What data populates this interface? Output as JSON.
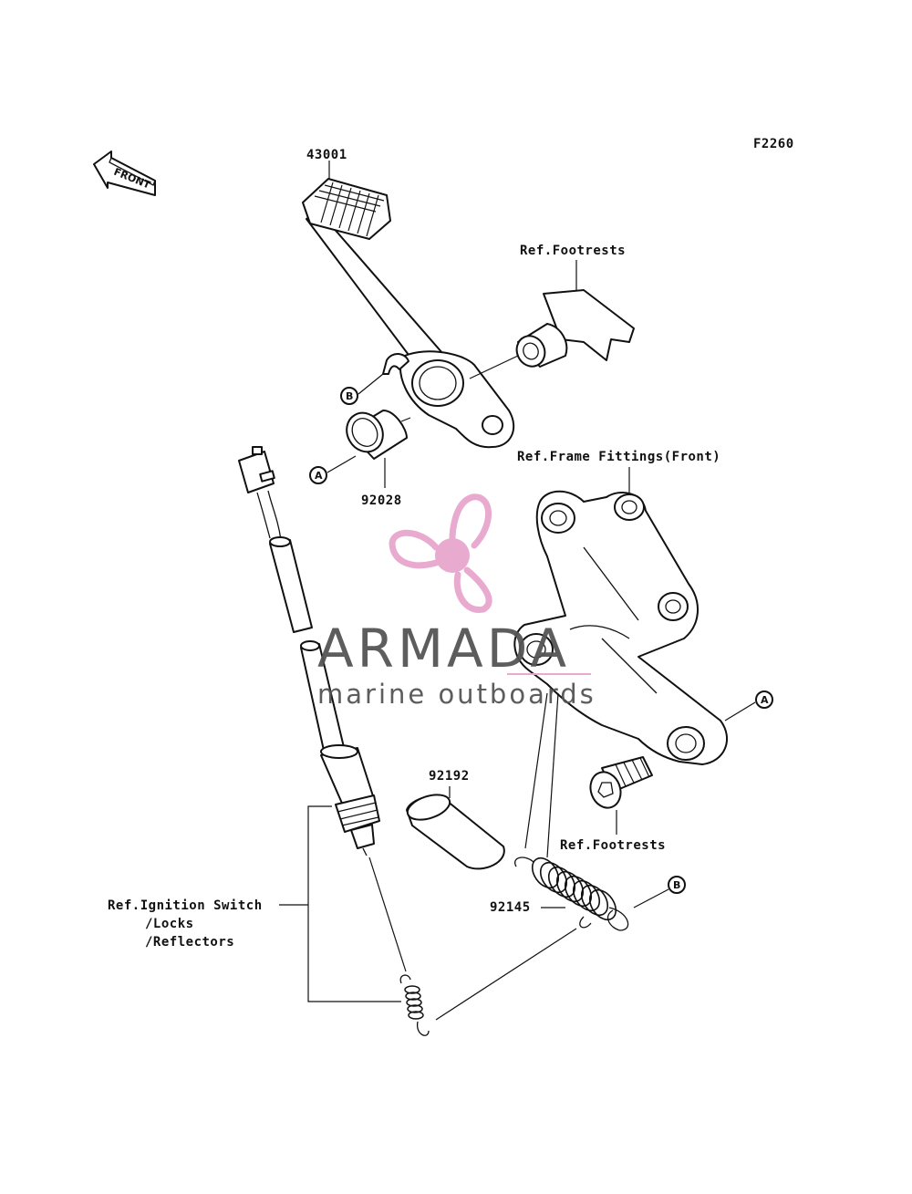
{
  "figure_code": "F2260",
  "direction_arrow": "FRONT",
  "part_numbers": {
    "pedal": "43001",
    "bushing": "92028",
    "sleeve": "92192",
    "spring": "92145"
  },
  "references": {
    "footrests_top": "Ref.Footrests",
    "frame_fittings": "Ref.Frame Fittings(Front)",
    "footrests_bottom": "Ref.Footrests",
    "ignition_line1": "Ref.Ignition Switch",
    "ignition_line2": "/Locks",
    "ignition_line3": "/Reflectors"
  },
  "callouts": {
    "a": "A",
    "b": "B"
  },
  "watermark": {
    "title": "ARMADA",
    "subtitle": "marine outboards",
    "accent_color": "#e7a6cc",
    "text_color": "#555555"
  }
}
